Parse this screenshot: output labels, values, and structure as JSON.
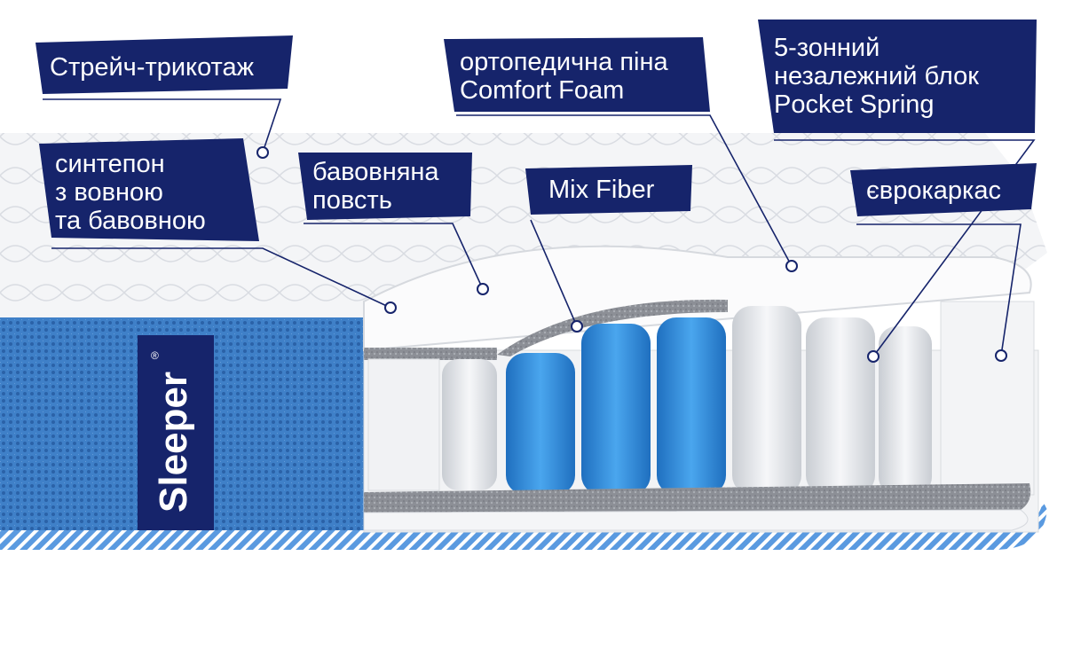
{
  "labels": {
    "stretch_knit": [
      "Стрейч-трикотаж"
    ],
    "sintepon": [
      "синтепон",
      "з вовною",
      "та бавовною"
    ],
    "cotton_felt": [
      "бавовняна",
      "повсть"
    ],
    "comfort_foam": [
      "ортопедична піна",
      "Comfort Foam"
    ],
    "mix_fiber": [
      "Mix Fiber"
    ],
    "pocket_spring": [
      "5-зонний",
      "незалежний блок",
      "Pocket Spring"
    ],
    "euroframe": [
      "єврокаркас"
    ]
  },
  "brand": {
    "logo_text": "Sleeper",
    "registered_mark": "®"
  },
  "colors": {
    "label_bg": "#16246b",
    "label_text": "#ffffff",
    "leader_line": "#16246b",
    "side_fabric": "#3a7cc4",
    "spring_blue": "#2b88d8",
    "spring_white": "#e9ecef",
    "felt_gray": "#8c8f96"
  },
  "icons": [
    "leader-dot-icon"
  ]
}
